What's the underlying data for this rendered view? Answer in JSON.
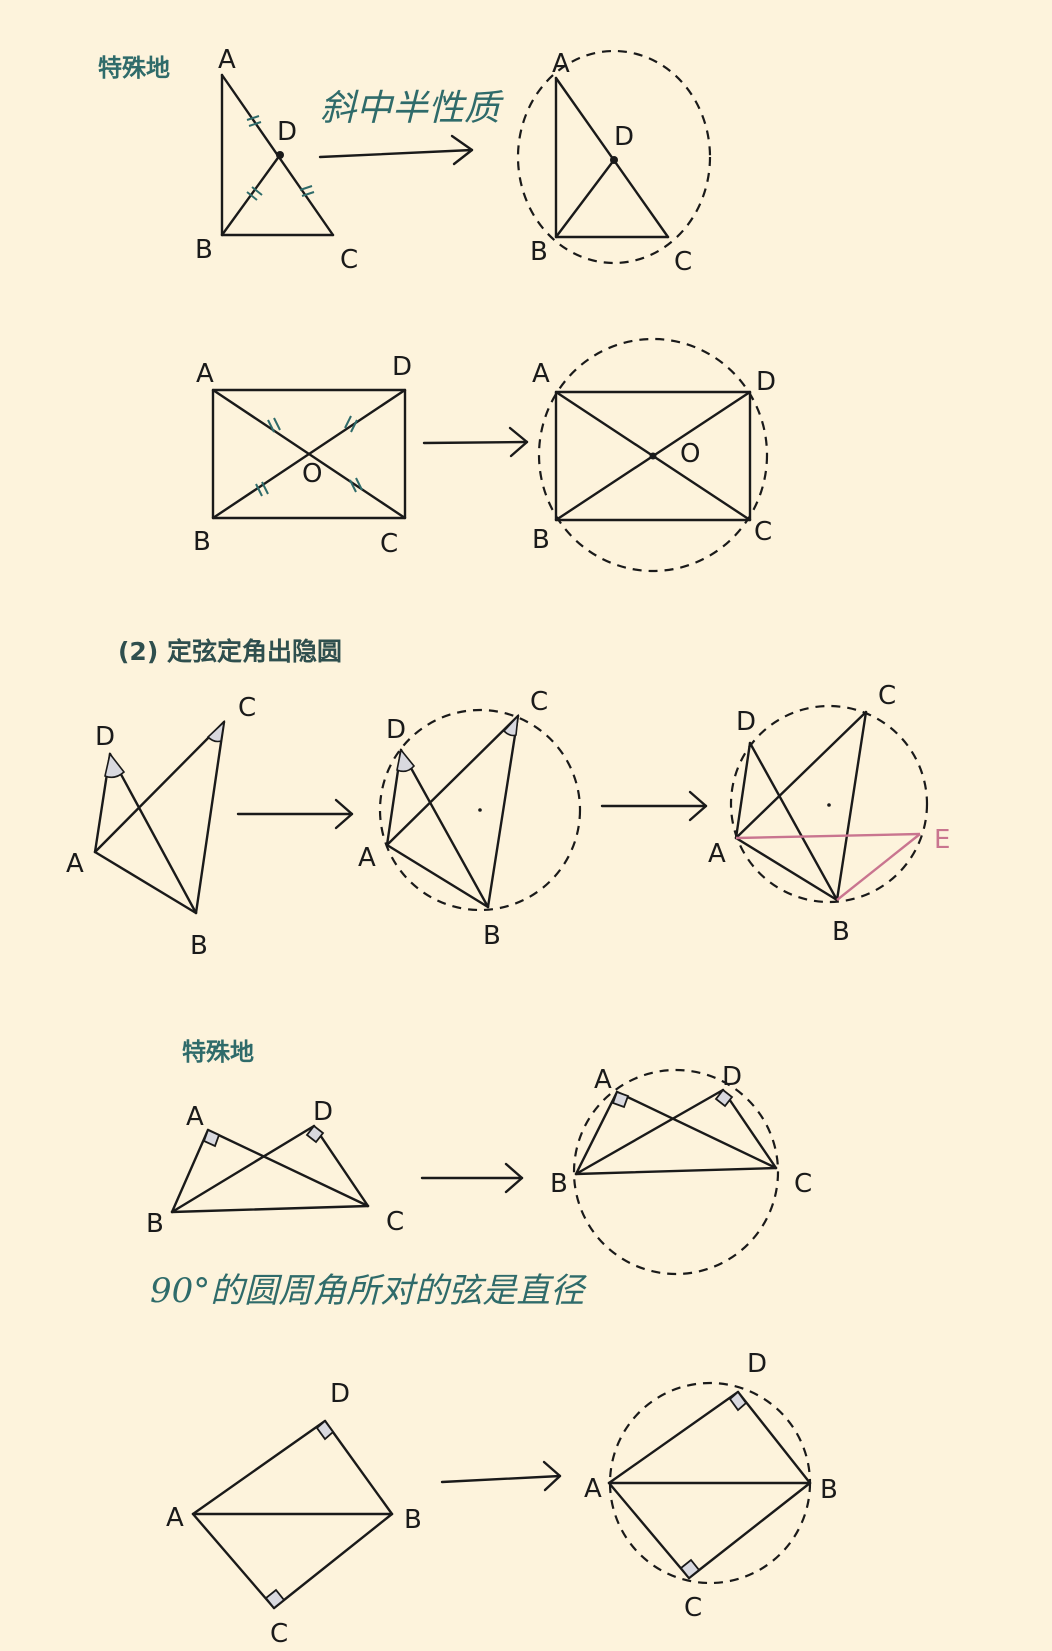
{
  "colors": {
    "background": "#fdf3dc",
    "line": "#1a1a1a",
    "note_text": "#2f6b6a",
    "highlight": "#c9758f",
    "angle_fill": "#d9d9df"
  },
  "section1": {
    "note": "特殊地",
    "arrow_caption": "斜中半性质",
    "triangle_left": {
      "labels": {
        "A": "A",
        "B": "B",
        "C": "C",
        "D": "D"
      }
    },
    "triangle_right": {
      "labels": {
        "A": "A",
        "B": "B",
        "C": "C",
        "D": "D"
      }
    },
    "rect_left": {
      "labels": {
        "A": "A",
        "B": "B",
        "C": "C",
        "D": "D",
        "O": "O"
      }
    },
    "rect_right": {
      "labels": {
        "A": "A",
        "B": "B",
        "C": "C",
        "D": "D",
        "O": "O"
      }
    }
  },
  "section2": {
    "heading": "(2) 定弦定角出隐圆",
    "fig1": {
      "labels": {
        "A": "A",
        "B": "B",
        "C": "C",
        "D": "D"
      }
    },
    "fig2": {
      "labels": {
        "A": "A",
        "B": "B",
        "C": "C",
        "D": "D"
      }
    },
    "fig3": {
      "labels": {
        "A": "A",
        "B": "B",
        "C": "C",
        "D": "D",
        "E": "E"
      }
    }
  },
  "section3": {
    "note": "特殊地",
    "fig_left": {
      "labels": {
        "A": "A",
        "B": "B",
        "C": "C",
        "D": "D"
      }
    },
    "fig_right": {
      "labels": {
        "A": "A",
        "B": "B",
        "C": "C",
        "D": "D"
      }
    },
    "caption": "90°的圆周角所对的弦是直径"
  },
  "section4": {
    "fig_left": {
      "labels": {
        "A": "A",
        "B": "B",
        "C": "C",
        "D": "D"
      }
    },
    "fig_right": {
      "labels": {
        "A": "A",
        "B": "B",
        "C": "C",
        "D": "D"
      }
    }
  }
}
